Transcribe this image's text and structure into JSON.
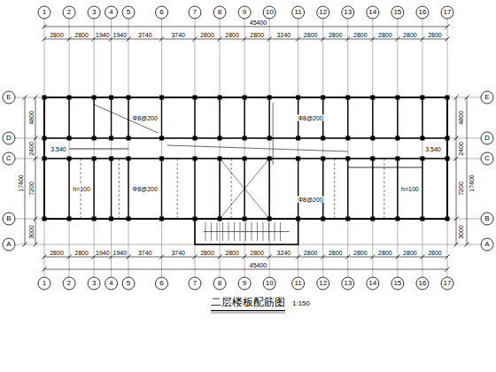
{
  "diagram": {
    "title": "二层楼板配筋图",
    "labels": [
      "1",
      "2",
      "3",
      "4",
      "5",
      "6",
      "7",
      "8",
      "9",
      "10",
      "11",
      "12",
      "13",
      "14",
      "15",
      "16",
      "17",
      "1",
      "2",
      "3",
      "4",
      "5",
      "6",
      "7",
      "8",
      "9",
      "10",
      "11",
      "12",
      "13",
      "14",
      "15",
      "16",
      "17",
      "E",
      "D",
      "C",
      "B",
      "A",
      "E",
      "D",
      "C",
      "B",
      "A",
      "2800",
      "2800",
      "1940",
      "1940",
      "3740",
      "3740",
      "2800",
      "2800",
      "2800",
      "3240",
      "2800",
      "2800",
      "2800",
      "2800",
      "2800",
      "2800",
      "45400",
      "2800",
      "2800",
      "1940",
      "1940",
      "3740",
      "3740",
      "2800",
      "2800",
      "2800",
      "3240",
      "2800",
      "2800",
      "2800",
      "2800",
      "2800",
      "2800",
      "45400",
      "4800",
      "2400",
      "7200",
      "3000",
      "17400",
      "4800",
      "2400",
      "7200",
      "3000",
      "17400",
      "Φ8@200",
      "Φ8@200",
      "Φ8@200",
      "Φ8@200",
      "h=100",
      "h=100",
      "3.540",
      "3.540",
      "1:150"
    ]
  }
}
